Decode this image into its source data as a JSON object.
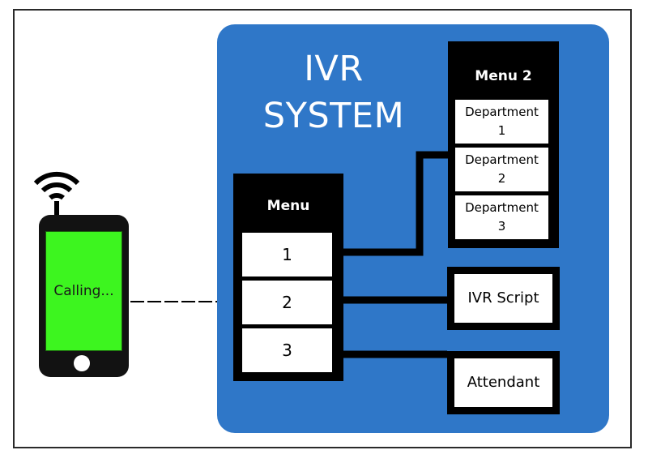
{
  "ivr_system": {
    "title_line1": "IVR",
    "title_line2": "SYSTEM"
  },
  "phone": {
    "screen_text": "Calling...",
    "screen_color": "#3df51f",
    "icon": "wifi-signal-icon"
  },
  "menu": {
    "title": "Menu",
    "items": [
      "1",
      "2",
      "3"
    ]
  },
  "menu2": {
    "title": "Menu 2",
    "items": [
      {
        "line1": "Department",
        "line2": "1"
      },
      {
        "line1": "Department",
        "line2": "2"
      },
      {
        "line1": "Department",
        "line2": "3"
      }
    ]
  },
  "ivr_script": {
    "label": "IVR Script"
  },
  "attendant": {
    "label": "Attendant"
  },
  "colors": {
    "panel_blue": "#2f77c8",
    "block_black": "#000000",
    "connector": "#000000"
  }
}
